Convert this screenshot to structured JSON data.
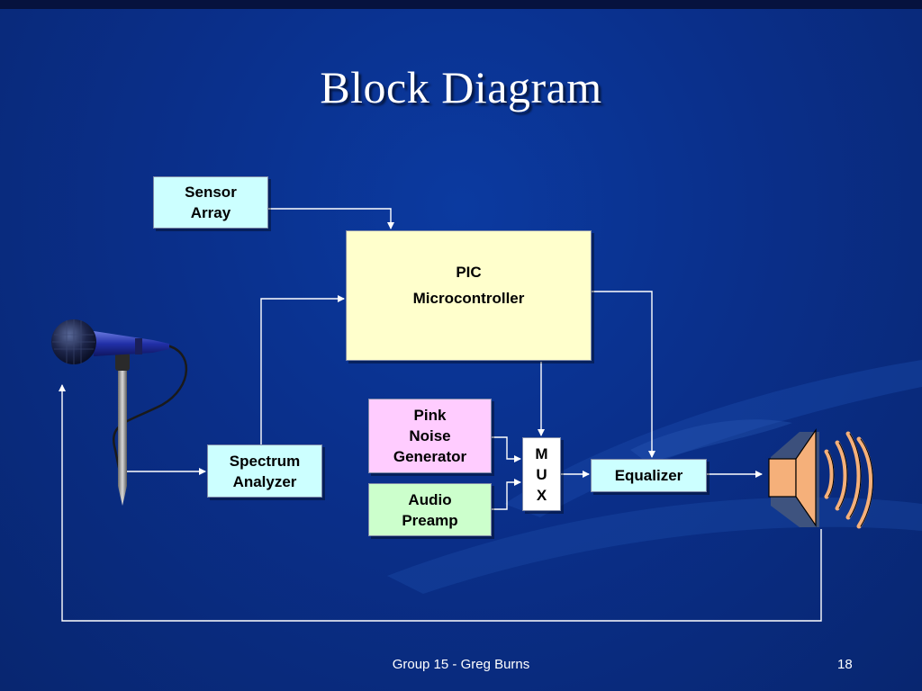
{
  "slide": {
    "title": "Block Diagram",
    "footer": "Group 15 - Greg Burns",
    "page_number": "18"
  },
  "blocks": {
    "sensor_array": [
      "Sensor",
      "Array"
    ],
    "pic": [
      "PIC",
      "Microcontroller"
    ],
    "pink_noise": [
      "Pink",
      "Noise",
      "Generator"
    ],
    "audio_preamp": [
      "Audio",
      "Preamp"
    ],
    "mux": [
      "M",
      "U",
      "X"
    ],
    "equalizer": "Equalizer",
    "spectrum_analyzer": [
      "Spectrum",
      "Analyzer"
    ]
  },
  "icons": {
    "microphone": "microphone-icon",
    "speaker": "speaker-icon"
  },
  "colors": {
    "background": "#0a2f8a",
    "sensor_array": "#ccffff",
    "pic": "#ffffcc",
    "pink_noise": "#ffccff",
    "audio_preamp": "#ccffcc",
    "mux": "#ffffff",
    "equalizer": "#ccffff",
    "spectrum_analyzer": "#ccffff",
    "speaker": "#f5b07a"
  }
}
